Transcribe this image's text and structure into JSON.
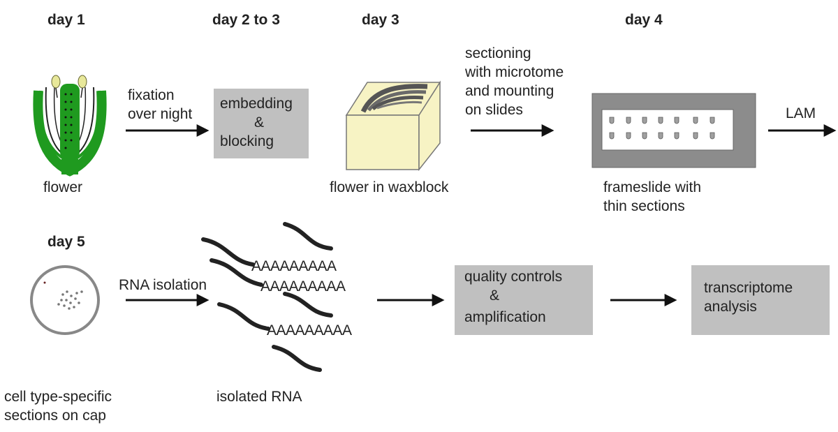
{
  "days": {
    "d1": "day 1",
    "d2": "day 2 to 3",
    "d3": "day 3",
    "d4": "day 4",
    "d5": "day 5"
  },
  "labels": {
    "flower": "flower",
    "fixation_1": "fixation",
    "fixation_2": "over night",
    "embedding_1": "embedding",
    "embedding_2": "&",
    "embedding_3": "blocking",
    "waxblock": "flower in waxblock",
    "sectioning_1": "sectioning",
    "sectioning_2": "with microtome",
    "sectioning_3": "and mounting",
    "sectioning_4": "on slides",
    "frameslide_1": "frameslide with",
    "frameslide_2": "thin sections",
    "lam": "LAM",
    "rna_isolation": "RNA isolation",
    "cap_1": "cell type-specific",
    "cap_2": "sections on cap",
    "isolated_rna": "isolated RNA",
    "polya": "AAAAAAAAA",
    "qc_1": "quality controls",
    "qc_2": "&",
    "qc_3": "amplification",
    "transcriptome_1": "transcriptome",
    "transcriptome_2": "analysis"
  },
  "colors": {
    "green": "#1f9a1f",
    "anther": "#e8e89a",
    "wax": "#f7f3c4",
    "gray_box": "#c0c0c0",
    "dark_gray": "#8c8c8c"
  }
}
